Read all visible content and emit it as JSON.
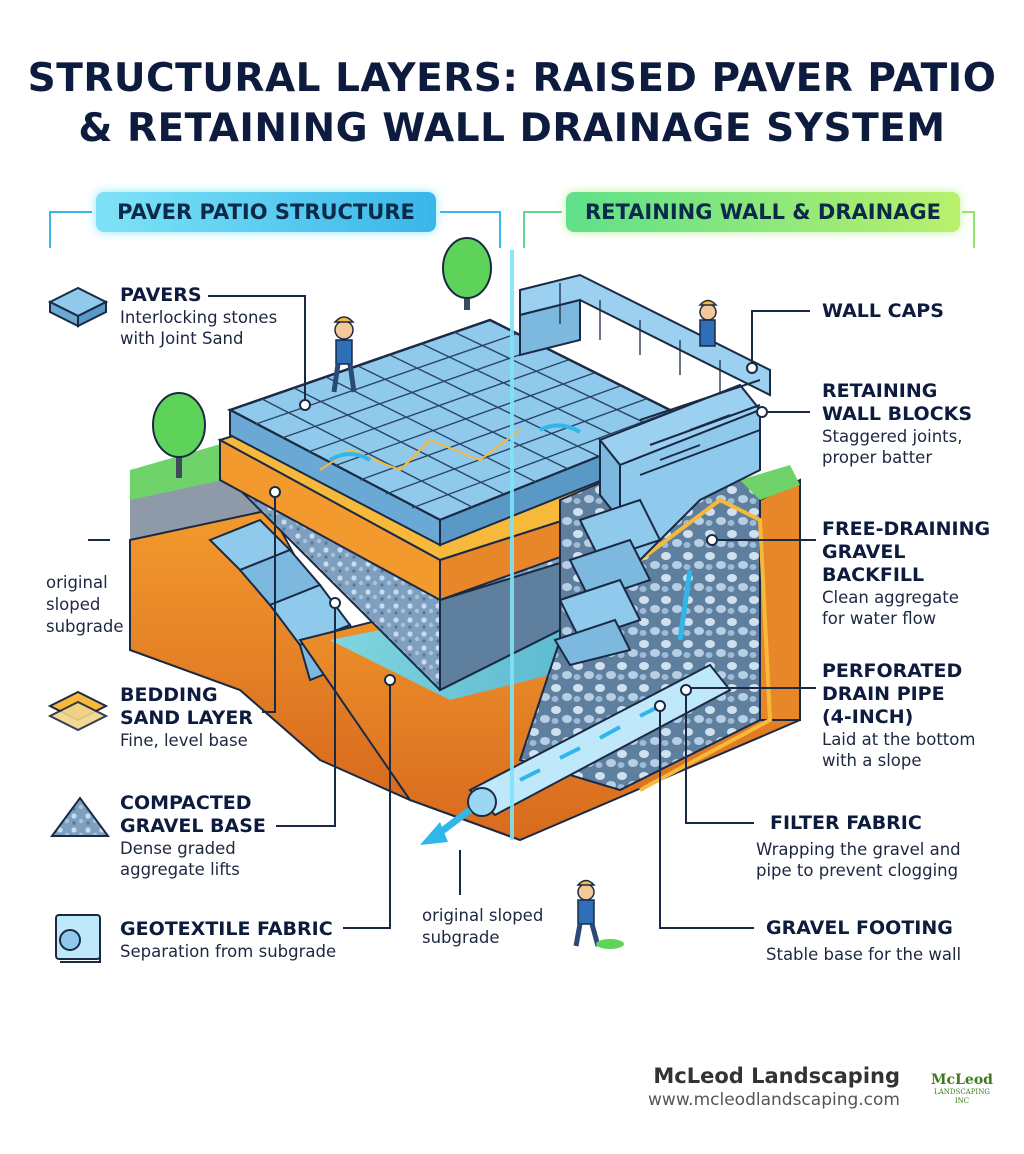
{
  "title": {
    "line1": "STRUCTURAL LAYERS: RAISED PAVER PATIO",
    "line2": "& RETAINING WALL DRAINAGE SYSTEM"
  },
  "sections": {
    "left": "PAVER PATIO STRUCTURE",
    "right": "RETAINING WALL & DRAINAGE"
  },
  "left_labels": {
    "pavers": {
      "heading": "PAVERS",
      "desc": "Interlocking stones\nwith Joint Sand"
    },
    "original_subgrade": "original\nsloped\nsubgrade",
    "bedding": {
      "heading": "BEDDING\nSAND LAYER",
      "desc": "Fine, level base"
    },
    "gravel_base": {
      "heading": "COMPACTED\nGRAVEL BASE",
      "desc": "Dense graded\naggregate lifts"
    },
    "geotextile": {
      "heading": "GEOTEXTILE FABRIC",
      "desc": "Separation from subgrade"
    }
  },
  "bottom_label": "original sloped\nsubgrade",
  "right_labels": {
    "wall_caps": {
      "heading": "WALL CAPS"
    },
    "wall_blocks": {
      "heading": "RETAINING\nWALL BLOCKS",
      "desc": "Staggered joints,\nproper batter"
    },
    "backfill": {
      "heading": "FREE-DRAINING\nGRAVEL\nBACKFILL",
      "desc": "Clean aggregate\nfor water flow"
    },
    "drain_pipe": {
      "heading": "PERFORATED\nDRAIN PIPE\n(4-INCH)",
      "desc": "Laid at the bottom\nwith a slope"
    },
    "filter": {
      "heading": "FILTER FABRIC",
      "desc": "Wrapping the gravel and\npipe to prevent clogging"
    },
    "footing": {
      "heading": "GRAVEL FOOTING",
      "desc": "Stable base for the wall"
    }
  },
  "brand": {
    "name": "McLeod Landscaping",
    "url": "www.mcleodlandscaping.com",
    "logo_text": "McLeod",
    "logo_sub": "LANDSCAPING INC"
  },
  "colors": {
    "title": "#0d1b3e",
    "pill_left": "#39b6ea",
    "pill_right": "#8de86a",
    "paver": "#8fc9ec",
    "sand": "#f6b93b",
    "soil": "#e8862a",
    "gravel": "#6d8fb0",
    "water": "#4fd3f5"
  }
}
